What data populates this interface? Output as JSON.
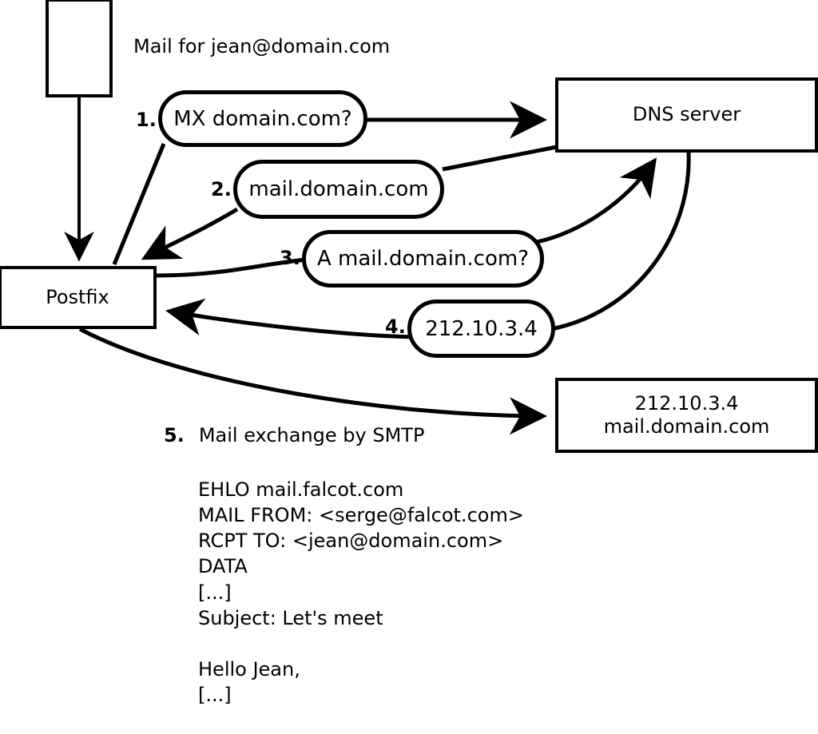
{
  "diagram": {
    "title_label": "Mail for jean@domain.com",
    "nodes": {
      "mail_client": {
        "label": ""
      },
      "postfix": {
        "label": "Postfix"
      },
      "dns_server": {
        "label": "DNS server"
      },
      "remote_mail_server": {
        "label": "212.10.3.4\nmail.domain.com"
      }
    },
    "steps": [
      {
        "num": "1.",
        "text": "MX domain.com?"
      },
      {
        "num": "2.",
        "text": "mail.domain.com"
      },
      {
        "num": "3.",
        "text": "A mail.domain.com?"
      },
      {
        "num": "4.",
        "text": "212.10.3.4"
      }
    ],
    "step5": {
      "num": "5.",
      "text": "Mail exchange by SMTP"
    },
    "smtp_transcript": "EHLO mail.falcot.com\nMAIL FROM: <serge@falcot.com>\nRCPT TO: <jean@domain.com>\nDATA\n[...]\nSubject: Let's meet\n\nHello Jean,\n[...]\n\n.",
    "colors": {
      "stroke": "#000000",
      "background": "#ffffff"
    }
  }
}
